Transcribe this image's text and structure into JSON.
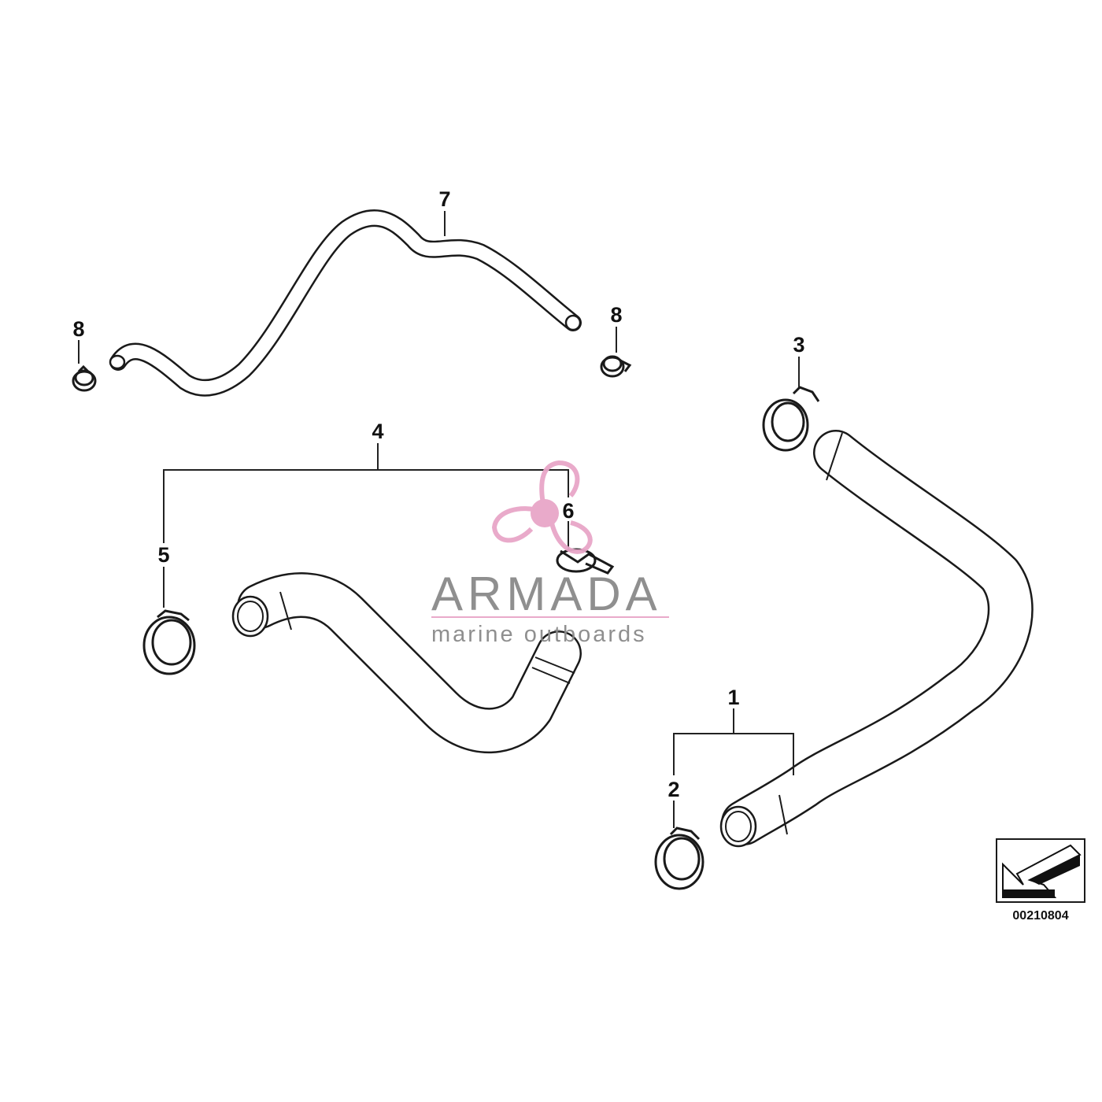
{
  "callouts": {
    "c1": "1",
    "c2": "2",
    "c3": "3",
    "c4": "4",
    "c5": "5",
    "c6": "6",
    "c7": "7",
    "c8a": "8",
    "c8b": "8"
  },
  "watermark": {
    "brand": "ARMADA",
    "tagline": "marine outboards",
    "accent_color": "#e8a6c8",
    "text_color": "#8a8a8a"
  },
  "reference": {
    "number": "00210804",
    "icon": "direction-arrow-icon"
  }
}
